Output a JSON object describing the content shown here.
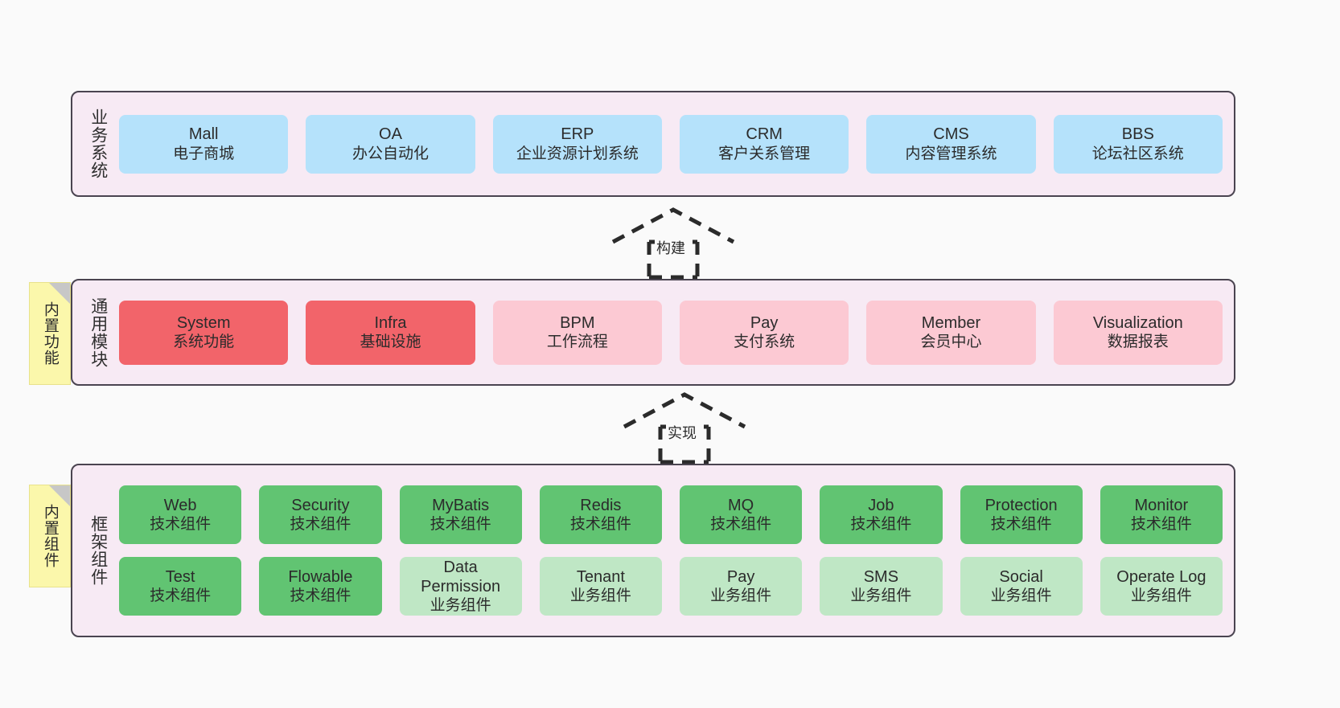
{
  "diagram": {
    "title_text_direction": "vertical",
    "colors": {
      "canvas_bg": "#fafafa",
      "layer_bg": "#f7eaf4",
      "layer_border": "#4a4450",
      "blue": "#b5e2fb",
      "red": "#f2646a",
      "pink": "#fcc9d3",
      "green": "#61c472",
      "light_green": "#bfe7c5",
      "sticky_yellow": "#fbf7ab",
      "sticky_fold": "#c7c7c7"
    }
  },
  "layers": [
    {
      "id": "business-system",
      "title": "业务系统",
      "rows": [
        {
          "boxes": [
            {
              "en": "Mall",
              "cn": "电子商城",
              "color": "blue"
            },
            {
              "en": "OA",
              "cn": "办公自动化",
              "color": "blue"
            },
            {
              "en": "ERP",
              "cn": "企业资源计划系统",
              "color": "blue"
            },
            {
              "en": "CRM",
              "cn": "客户关系管理",
              "color": "blue"
            },
            {
              "en": "CMS",
              "cn": "内容管理系统",
              "color": "blue"
            },
            {
              "en": "BBS",
              "cn": "论坛社区系统",
              "color": "blue"
            }
          ]
        }
      ]
    },
    {
      "id": "common-module",
      "title": "通用模块",
      "rows": [
        {
          "boxes": [
            {
              "en": "System",
              "cn": "系统功能",
              "color": "red"
            },
            {
              "en": "Infra",
              "cn": "基础设施",
              "color": "red"
            },
            {
              "en": "BPM",
              "cn": "工作流程",
              "color": "pink"
            },
            {
              "en": "Pay",
              "cn": "支付系统",
              "color": "pink"
            },
            {
              "en": "Member",
              "cn": "会员中心",
              "color": "pink"
            },
            {
              "en": "Visualization",
              "cn": "数据报表",
              "color": "pink"
            }
          ]
        }
      ]
    },
    {
      "id": "framework-component",
      "title": "框架组件",
      "rows": [
        {
          "boxes": [
            {
              "en": "Web",
              "cn": "技术组件",
              "color": "green"
            },
            {
              "en": "Security",
              "cn": "技术组件",
              "color": "green"
            },
            {
              "en": "MyBatis",
              "cn": "技术组件",
              "color": "green"
            },
            {
              "en": "Redis",
              "cn": "技术组件",
              "color": "green"
            },
            {
              "en": "MQ",
              "cn": "技术组件",
              "color": "green"
            },
            {
              "en": "Job",
              "cn": "技术组件",
              "color": "green"
            },
            {
              "en": "Protection",
              "cn": "技术组件",
              "color": "green"
            },
            {
              "en": "Monitor",
              "cn": "技术组件",
              "color": "green"
            }
          ]
        },
        {
          "boxes": [
            {
              "en": "Test",
              "cn": "技术组件",
              "color": "green"
            },
            {
              "en": "Flowable",
              "cn": "技术组件",
              "color": "green"
            },
            {
              "en": "Data Permission",
              "cn": "业务组件",
              "color": "lightgreen"
            },
            {
              "en": "Tenant",
              "cn": "业务组件",
              "color": "lightgreen"
            },
            {
              "en": "Pay",
              "cn": "业务组件",
              "color": "lightgreen"
            },
            {
              "en": "SMS",
              "cn": "业务组件",
              "color": "lightgreen"
            },
            {
              "en": "Social",
              "cn": "业务组件",
              "color": "lightgreen"
            },
            {
              "en": "Operate Log",
              "cn": "业务组件",
              "color": "lightgreen"
            }
          ]
        }
      ]
    }
  ],
  "sticky_notes": [
    {
      "id": "builtin-function",
      "label": "内置功能"
    },
    {
      "id": "builtin-component",
      "label": "内置组件"
    }
  ],
  "arrows": [
    {
      "id": "build-arrow",
      "label": "构建",
      "style": "dashed-generalization",
      "direction": "up"
    },
    {
      "id": "implement-arrow",
      "label": "实现",
      "style": "dashed-generalization",
      "direction": "up"
    }
  ]
}
